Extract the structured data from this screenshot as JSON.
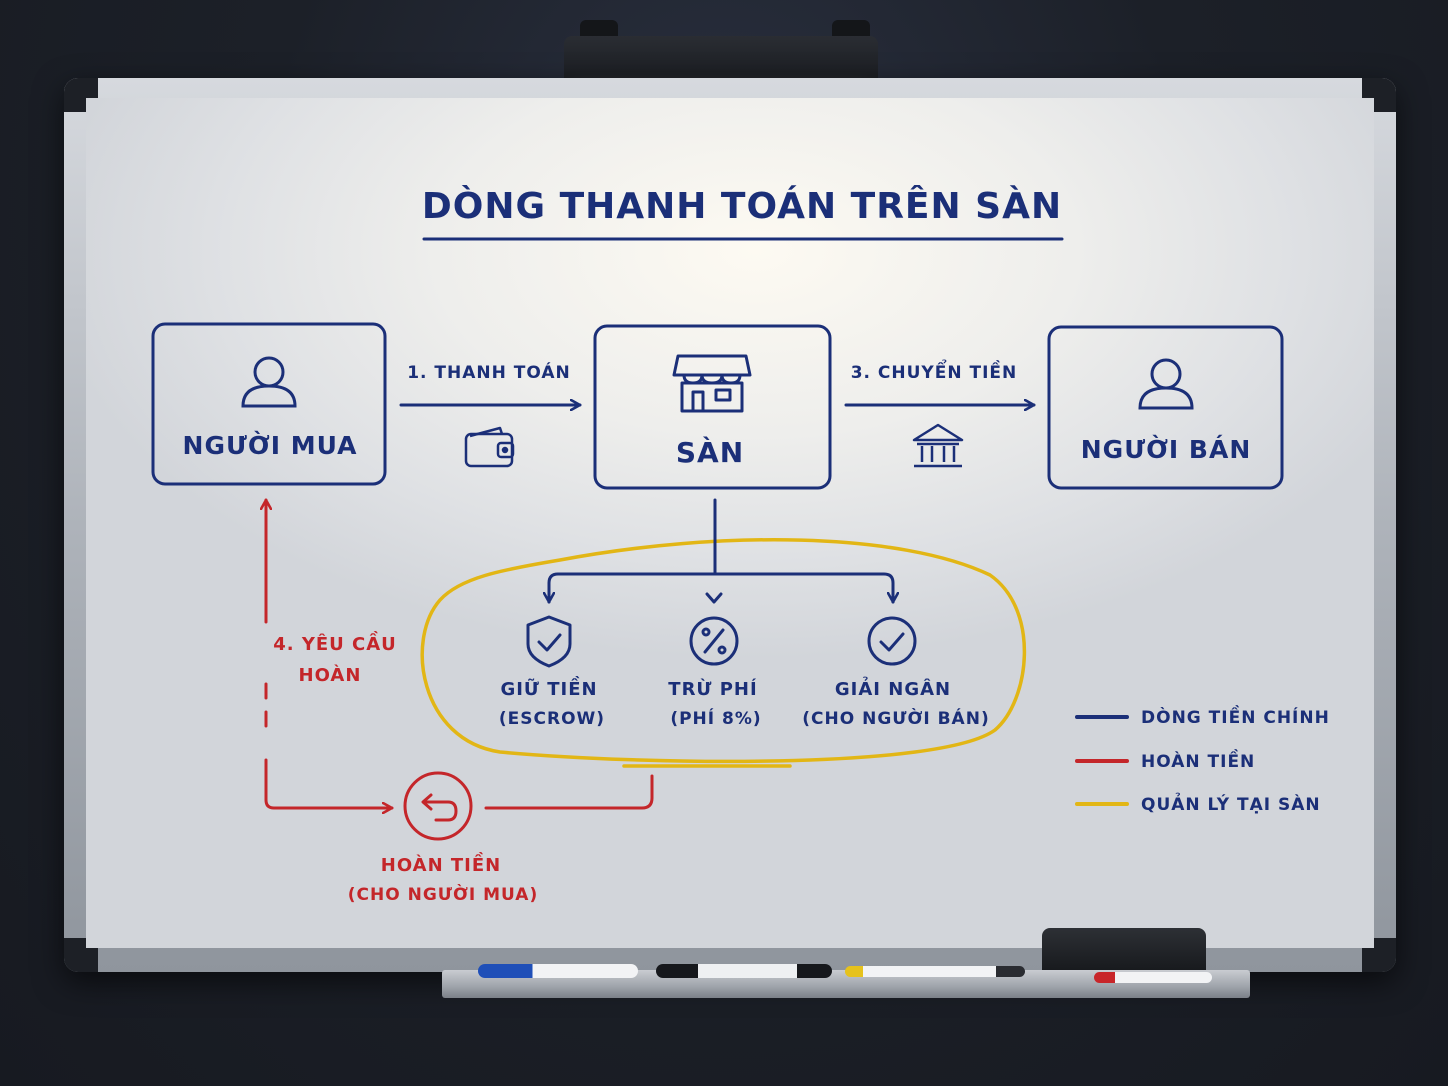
{
  "title": "DÒNG THANH TOÁN TRÊN SÀN",
  "nodes": {
    "buyer": "NGƯỜI MUA",
    "platform": "SÀN",
    "seller": "NGƯỜI BÁN"
  },
  "edges": {
    "pay": "1. THANH TOÁN",
    "transfer": "3. CHUYỂN TIỀN",
    "refund_request_line1": "4. YÊU CẦU",
    "refund_request_line2": "HOÀN"
  },
  "steps": [
    {
      "label": "GIỮ TIỀN",
      "sub": "(ESCROW)",
      "icon": "shield-check-icon"
    },
    {
      "label": "TRỪ PHÍ",
      "sub": "(PHÍ 8%)",
      "icon": "percent-icon"
    },
    {
      "label": "GIẢI NGÂN",
      "sub": "(CHO NGƯỜI BÁN)",
      "icon": "check-circle-icon"
    }
  ],
  "refund": {
    "label": "HOÀN TIỀN",
    "sub": "(CHO NGƯỜI MUA)",
    "icon": "undo-arrow-icon"
  },
  "legend": [
    {
      "label": "DÒNG TIỀN CHÍNH",
      "color": "#1b2f78"
    },
    {
      "label": "HOÀN TIỀN",
      "color": "#c4262a"
    },
    {
      "label": "QUẢN LÝ TẠI SÀN",
      "color": "#e2b615"
    }
  ],
  "colors": {
    "main_flow": "#1b2f78",
    "refund": "#c4262a",
    "managed": "#e2b615"
  }
}
